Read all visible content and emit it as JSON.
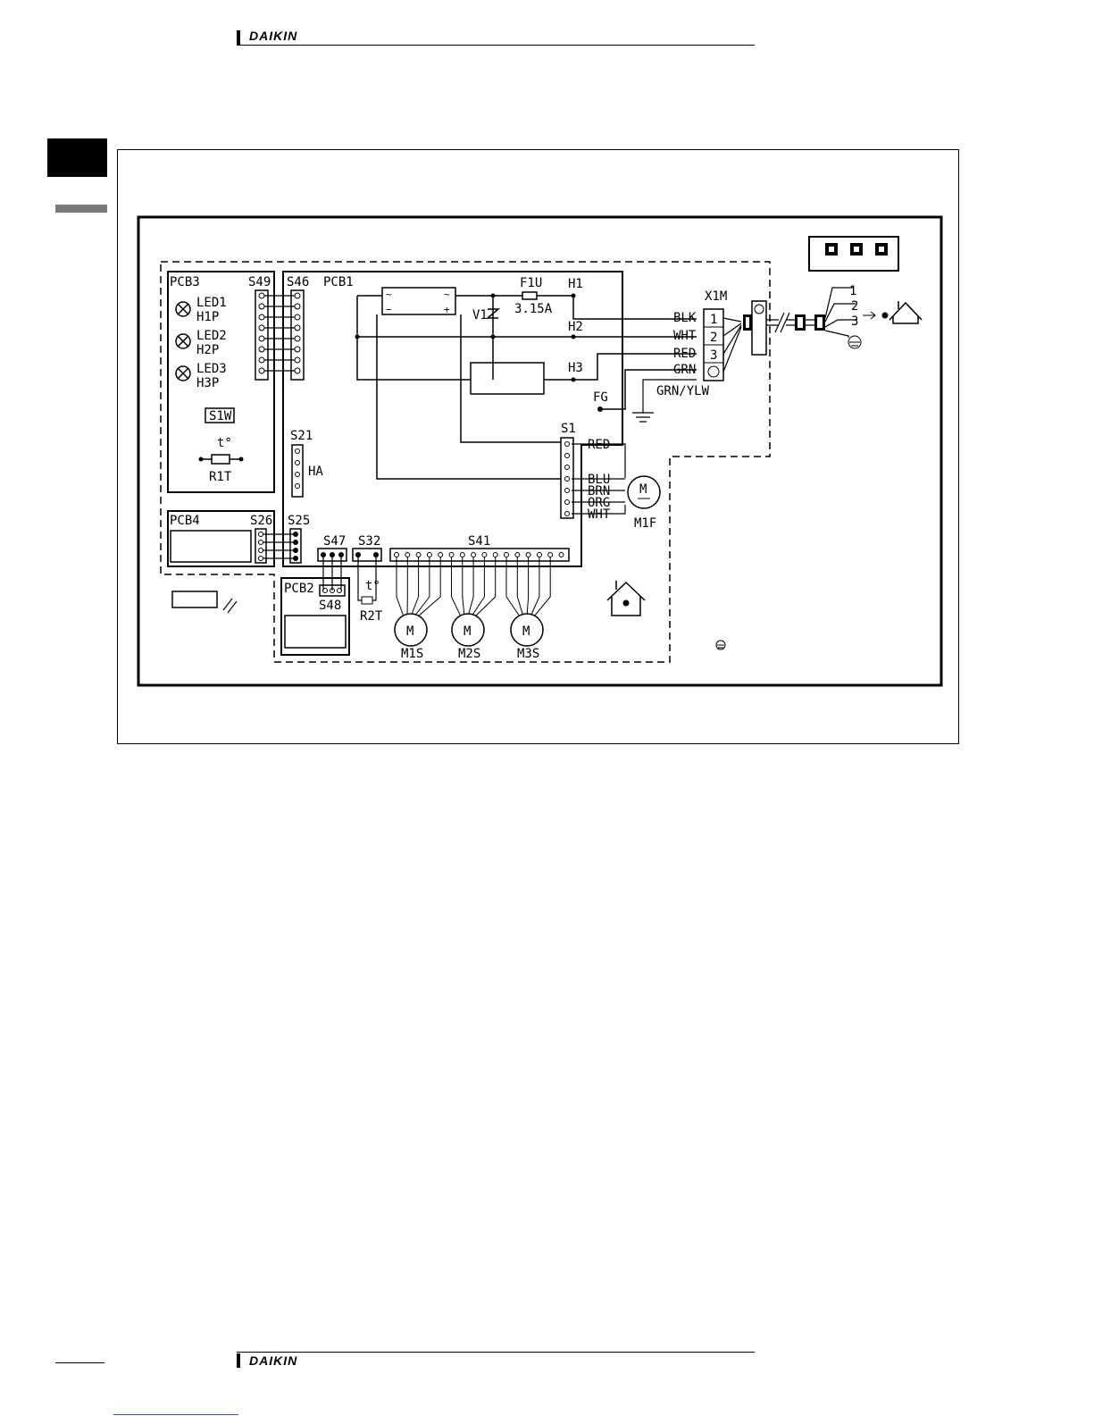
{
  "header": {
    "brand": "DAIKIN"
  },
  "footer": {
    "brand": "DAIKIN"
  },
  "diagram": {
    "pcb_labels": [
      "PCB3",
      "PCB1",
      "PCB4",
      "PCB2"
    ],
    "connectors": [
      "S49",
      "S46",
      "S21",
      "S26",
      "S25",
      "S47",
      "S32",
      "S41",
      "S48",
      "S1"
    ],
    "leds": [
      {
        "led": "LED1",
        "lamp": "H1P"
      },
      {
        "led": "LED2",
        "lamp": "H2P"
      },
      {
        "led": "LED3",
        "lamp": "H3P"
      }
    ],
    "switch": "S1W",
    "thermistor_symbol": "t°",
    "thermistor1": "R1T",
    "thermistor2": "R2T",
    "ha": "HA",
    "fuse": "F1U",
    "fuse_rating": "3.15A",
    "varistor": "V1",
    "heat_points": [
      "H1",
      "H2",
      "H3"
    ],
    "fg": "FG",
    "terminal_block": "X1M",
    "terminal_numbers": [
      "1",
      "2",
      "3"
    ],
    "wire_colors": [
      "BLK",
      "WHT",
      "RED",
      "GRN"
    ],
    "earth_wire": "GRN/YLW",
    "fan_wires": [
      "RED",
      "BLU",
      "BRN",
      "ORG",
      "WHT"
    ],
    "fan_motor": "M1F",
    "motor_symbol": "M",
    "swing_motors": [
      "M1S",
      "M2S",
      "M3S"
    ],
    "outdoor_numbers": [
      "1",
      "2",
      "3"
    ]
  }
}
